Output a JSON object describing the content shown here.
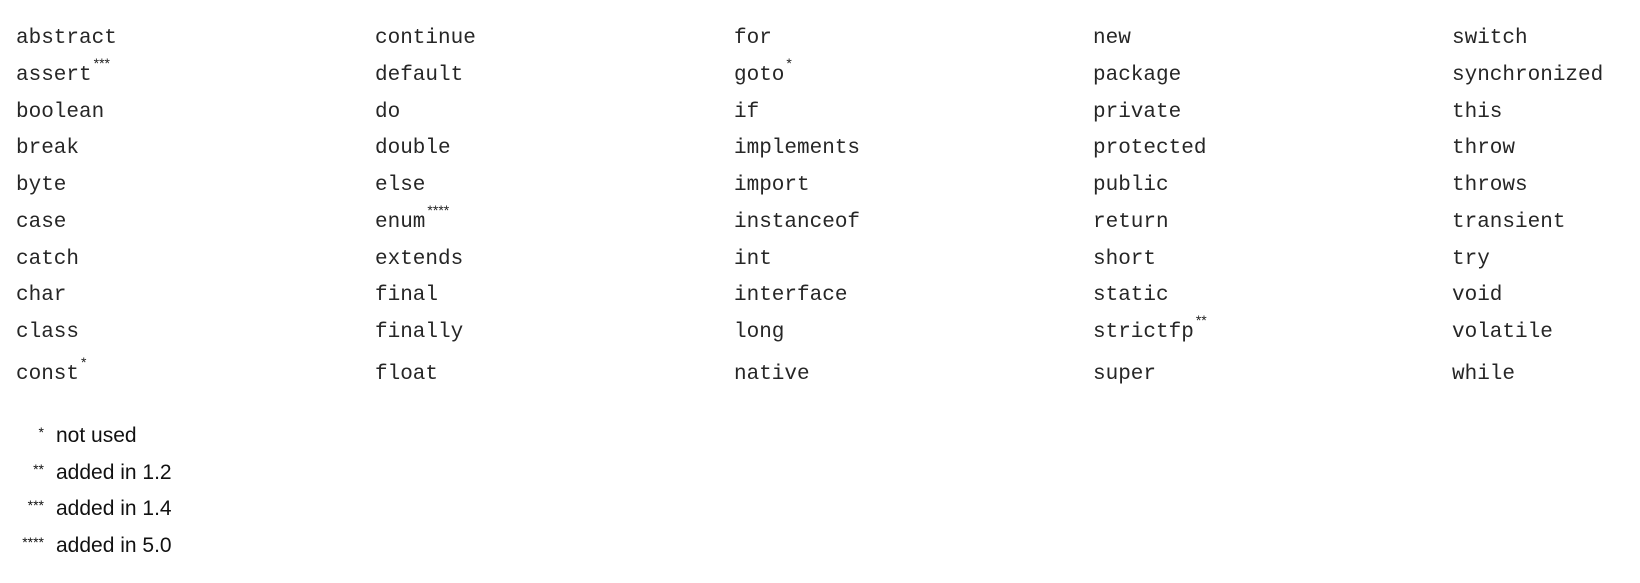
{
  "keywords": [
    [
      {
        "w": "abstract",
        "m": ""
      },
      {
        "w": "continue",
        "m": ""
      },
      {
        "w": "for",
        "m": ""
      },
      {
        "w": "new",
        "m": ""
      },
      {
        "w": "switch",
        "m": ""
      }
    ],
    [
      {
        "w": "assert",
        "m": "***"
      },
      {
        "w": "default",
        "m": ""
      },
      {
        "w": "goto",
        "m": "*"
      },
      {
        "w": "package",
        "m": ""
      },
      {
        "w": "synchronized",
        "m": ""
      }
    ],
    [
      {
        "w": "boolean",
        "m": ""
      },
      {
        "w": "do",
        "m": ""
      },
      {
        "w": "if",
        "m": ""
      },
      {
        "w": "private",
        "m": ""
      },
      {
        "w": "this",
        "m": ""
      }
    ],
    [
      {
        "w": "break",
        "m": ""
      },
      {
        "w": "double",
        "m": ""
      },
      {
        "w": "implements",
        "m": ""
      },
      {
        "w": "protected",
        "m": ""
      },
      {
        "w": "throw",
        "m": ""
      }
    ],
    [
      {
        "w": "byte",
        "m": ""
      },
      {
        "w": "else",
        "m": ""
      },
      {
        "w": "import",
        "m": ""
      },
      {
        "w": "public",
        "m": ""
      },
      {
        "w": "throws",
        "m": ""
      }
    ],
    [
      {
        "w": "case",
        "m": ""
      },
      {
        "w": "enum",
        "m": "****"
      },
      {
        "w": "instanceof",
        "m": ""
      },
      {
        "w": "return",
        "m": ""
      },
      {
        "w": "transient",
        "m": ""
      }
    ],
    [
      {
        "w": "catch",
        "m": ""
      },
      {
        "w": "extends",
        "m": ""
      },
      {
        "w": "int",
        "m": ""
      },
      {
        "w": "short",
        "m": ""
      },
      {
        "w": "try",
        "m": ""
      }
    ],
    [
      {
        "w": "char",
        "m": ""
      },
      {
        "w": "final",
        "m": ""
      },
      {
        "w": "interface",
        "m": ""
      },
      {
        "w": "static",
        "m": ""
      },
      {
        "w": "void",
        "m": ""
      }
    ],
    [
      {
        "w": "class",
        "m": ""
      },
      {
        "w": "finally",
        "m": ""
      },
      {
        "w": "long",
        "m": ""
      },
      {
        "w": "strictfp",
        "m": "**"
      },
      {
        "w": "volatile",
        "m": ""
      }
    ],
    [
      {
        "w": "const",
        "m": "*"
      },
      {
        "w": "float",
        "m": ""
      },
      {
        "w": "native",
        "m": ""
      },
      {
        "w": "super",
        "m": ""
      },
      {
        "w": "while",
        "m": ""
      }
    ]
  ],
  "legend": [
    {
      "symbol": "*",
      "text": "not used"
    },
    {
      "symbol": "**",
      "text": "added in 1.2"
    },
    {
      "symbol": "***",
      "text": "added in 1.4"
    },
    {
      "symbol": "****",
      "text": "added in 5.0"
    }
  ]
}
